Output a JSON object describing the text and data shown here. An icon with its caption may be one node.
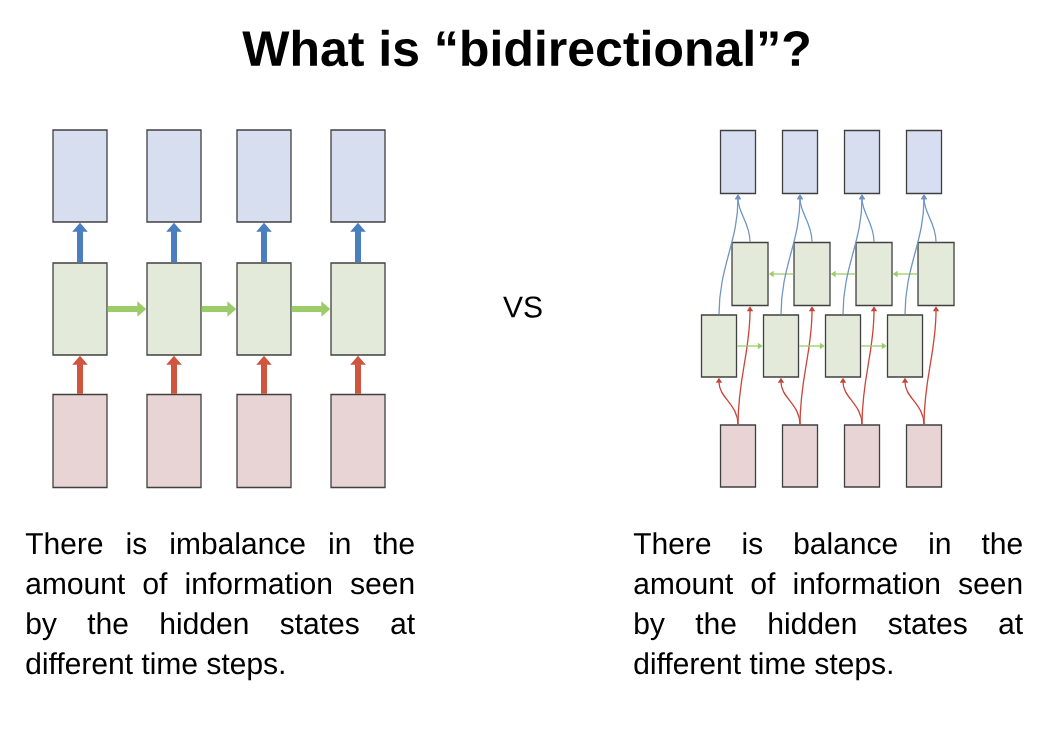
{
  "diagram": {
    "title": "What is “bidirectional”?",
    "nodes": [
      {
        "text": [],
        "shape": "box"
      },
      {
        "text": [],
        "shape": "box"
      },
      {
        "text": [],
        "shape": "box"
      },
      {
        "text": [],
        "shape": "box"
      },
      {
        "text": [],
        "shape": "box"
      },
      {
        "text": [],
        "shape": "box"
      },
      {
        "text": [],
        "shape": "box"
      },
      {
        "text": [],
        "shape": "box"
      },
      {
        "text": [],
        "shape": "box"
      },
      {
        "text": [],
        "shape": "box"
      },
      {
        "text": [],
        "shape": "box"
      },
      {
        "text": [],
        "shape": "box"
      },
      {
        "text": [],
        "shape": "box"
      },
      {
        "text": [],
        "shape": "box"
      },
      {
        "text": [],
        "shape": "box"
      },
      {
        "text": [],
        "shape": "box"
      },
      {
        "text": [],
        "shape": "box"
      },
      {
        "text": [],
        "shape": "box"
      },
      {
        "text": [],
        "shape": "box"
      },
      {
        "text": [],
        "shape": "box"
      },
      {
        "text": [],
        "shape": "box"
      },
      {
        "text": [],
        "shape": "box"
      },
      {
        "text": [],
        "shape": "box"
      },
      {
        "text": [],
        "shape": "box"
      },
      {
        "text": [],
        "shape": "box"
      },
      {
        "text": [],
        "shape": "box"
      },
      {
        "text": [],
        "shape": "box"
      },
      {
        "text": [],
        "shape": "box"
      }
    ],
    "edges": [
      {
        "from": 8,
        "to": 4,
        "arrow": "to",
        "style": "thick",
        "color": "#d0553f"
      },
      {
        "from": 9,
        "to": 5,
        "arrow": "to",
        "style": "thick",
        "color": "#d0553f"
      },
      {
        "from": 10,
        "to": 6,
        "arrow": "to",
        "style": "thick",
        "color": "#d0553f"
      },
      {
        "from": 11,
        "to": 7,
        "arrow": "to",
        "style": "thick",
        "color": "#d0553f"
      },
      {
        "from": 4,
        "to": 0,
        "arrow": "to",
        "style": "thick",
        "color": "#4a7ebf"
      },
      {
        "from": 5,
        "to": 1,
        "arrow": "to",
        "style": "thick",
        "color": "#4a7ebf"
      },
      {
        "from": 6,
        "to": 2,
        "arrow": "to",
        "style": "thick",
        "color": "#4a7ebf"
      },
      {
        "from": 7,
        "to": 3,
        "arrow": "to",
        "style": "thick",
        "color": "#4a7ebf"
      },
      {
        "from": 4,
        "to": 5,
        "arrow": "to",
        "style": "thick",
        "color": "#9ccc6a"
      },
      {
        "from": 5,
        "to": 6,
        "arrow": "to",
        "style": "thick",
        "color": "#9ccc6a"
      },
      {
        "from": 6,
        "to": 7,
        "arrow": "to",
        "style": "thick",
        "color": "#9ccc6a"
      },
      {
        "from": 24,
        "to": 20,
        "arrow": "to",
        "color": "#c9453a"
      },
      {
        "from": 25,
        "to": 21,
        "arrow": "to",
        "color": "#c9453a"
      },
      {
        "from": 26,
        "to": 22,
        "arrow": "to",
        "color": "#c9453a"
      },
      {
        "from": 27,
        "to": 23,
        "arrow": "to",
        "color": "#c9453a"
      },
      {
        "from": 24,
        "to": 16,
        "arrow": "to",
        "color": "#c9453a"
      },
      {
        "from": 25,
        "to": 17,
        "arrow": "to",
        "color": "#c9453a"
      },
      {
        "from": 26,
        "to": 18,
        "arrow": "to",
        "color": "#c9453a"
      },
      {
        "from": 27,
        "to": 19,
        "arrow": "to",
        "color": "#c9453a"
      },
      {
        "from": 20,
        "to": 21,
        "arrow": "to",
        "color": "#9ccc6a"
      },
      {
        "from": 21,
        "to": 22,
        "arrow": "to",
        "color": "#9ccc6a"
      },
      {
        "from": 22,
        "to": 23,
        "arrow": "to",
        "color": "#9ccc6a"
      },
      {
        "from": 17,
        "to": 16,
        "arrow": "to",
        "color": "#9ccc6a"
      },
      {
        "from": 18,
        "to": 17,
        "arrow": "to",
        "color": "#9ccc6a"
      },
      {
        "from": 19,
        "to": 18,
        "arrow": "to",
        "color": "#9ccc6a"
      },
      {
        "from": 20,
        "to": 12,
        "arrow": "to",
        "color": "#6f95c4"
      },
      {
        "from": 21,
        "to": 13,
        "arrow": "to",
        "color": "#6f95c4"
      },
      {
        "from": 22,
        "to": 14,
        "arrow": "to",
        "color": "#6f95c4"
      },
      {
        "from": 23,
        "to": 15,
        "arrow": "to",
        "color": "#6f95c4"
      },
      {
        "from": 16,
        "to": 12,
        "arrow": "to",
        "color": "#6f95c4"
      },
      {
        "from": 17,
        "to": 13,
        "arrow": "to",
        "color": "#6f95c4"
      },
      {
        "from": 18,
        "to": 14,
        "arrow": "to",
        "color": "#6f95c4"
      },
      {
        "from": 19,
        "to": 15,
        "arrow": "to",
        "color": "#6f95c4"
      }
    ],
    "labels": [
      "VS",
      "There is imbalance in the amount of information seen by the hidden states at different time steps.",
      "There is balance in the amount of information seen by the hidden states at different time steps."
    ]
  }
}
